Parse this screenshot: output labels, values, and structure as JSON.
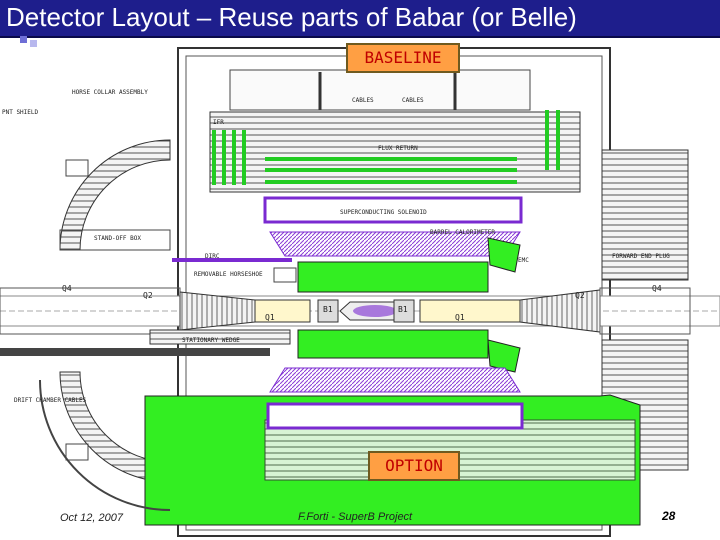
{
  "slide": {
    "title": "Detector Layout – Reuse parts of Babar (or Belle)",
    "baseline_label": "BASELINE",
    "option_label": "OPTION",
    "footer": {
      "date": "Oct 12, 2007",
      "author": "F.Forti - SuperB Project",
      "page": "28"
    }
  },
  "drawing_labels": {
    "horse_collar": "HORSE COLLAR ASSEMBLY",
    "shield": "PNT SHIELD",
    "cables_left": "CABLES",
    "cables_right": "CABLES",
    "flux_return": "FLUX RETURN",
    "superconducting_solenoid": "SUPERCONDUCTING SOLENOID",
    "barrel_calorimeter": "BARREL CALORIMETER",
    "forward_end_plug": "FORWARD END PLUG",
    "standoff_box": "STAND-OFF BOX",
    "removable_horseshoe": "REMOVABLE HORSESHOE",
    "stationary_wedge": "STATIONARY WEDGE",
    "drift_chamber_cables": "DRIFT CHAMBER CABLES",
    "q4_left": "Q4",
    "q2_left": "Q2",
    "q1_left": "Q1",
    "b1_left": "B1",
    "b1_right": "B1",
    "q1_right": "Q1",
    "q2_right": "Q2",
    "q4_right": "Q4",
    "ifr": "IFR",
    "emc": "EMC",
    "dirc": "DIRC"
  },
  "colors": {
    "title_bg": "#1e1e8c",
    "green_fill": "#33ee22",
    "purple_outline": "#7a2ad1",
    "label_bg": "#ff9f43",
    "label_text": "#c00000"
  }
}
